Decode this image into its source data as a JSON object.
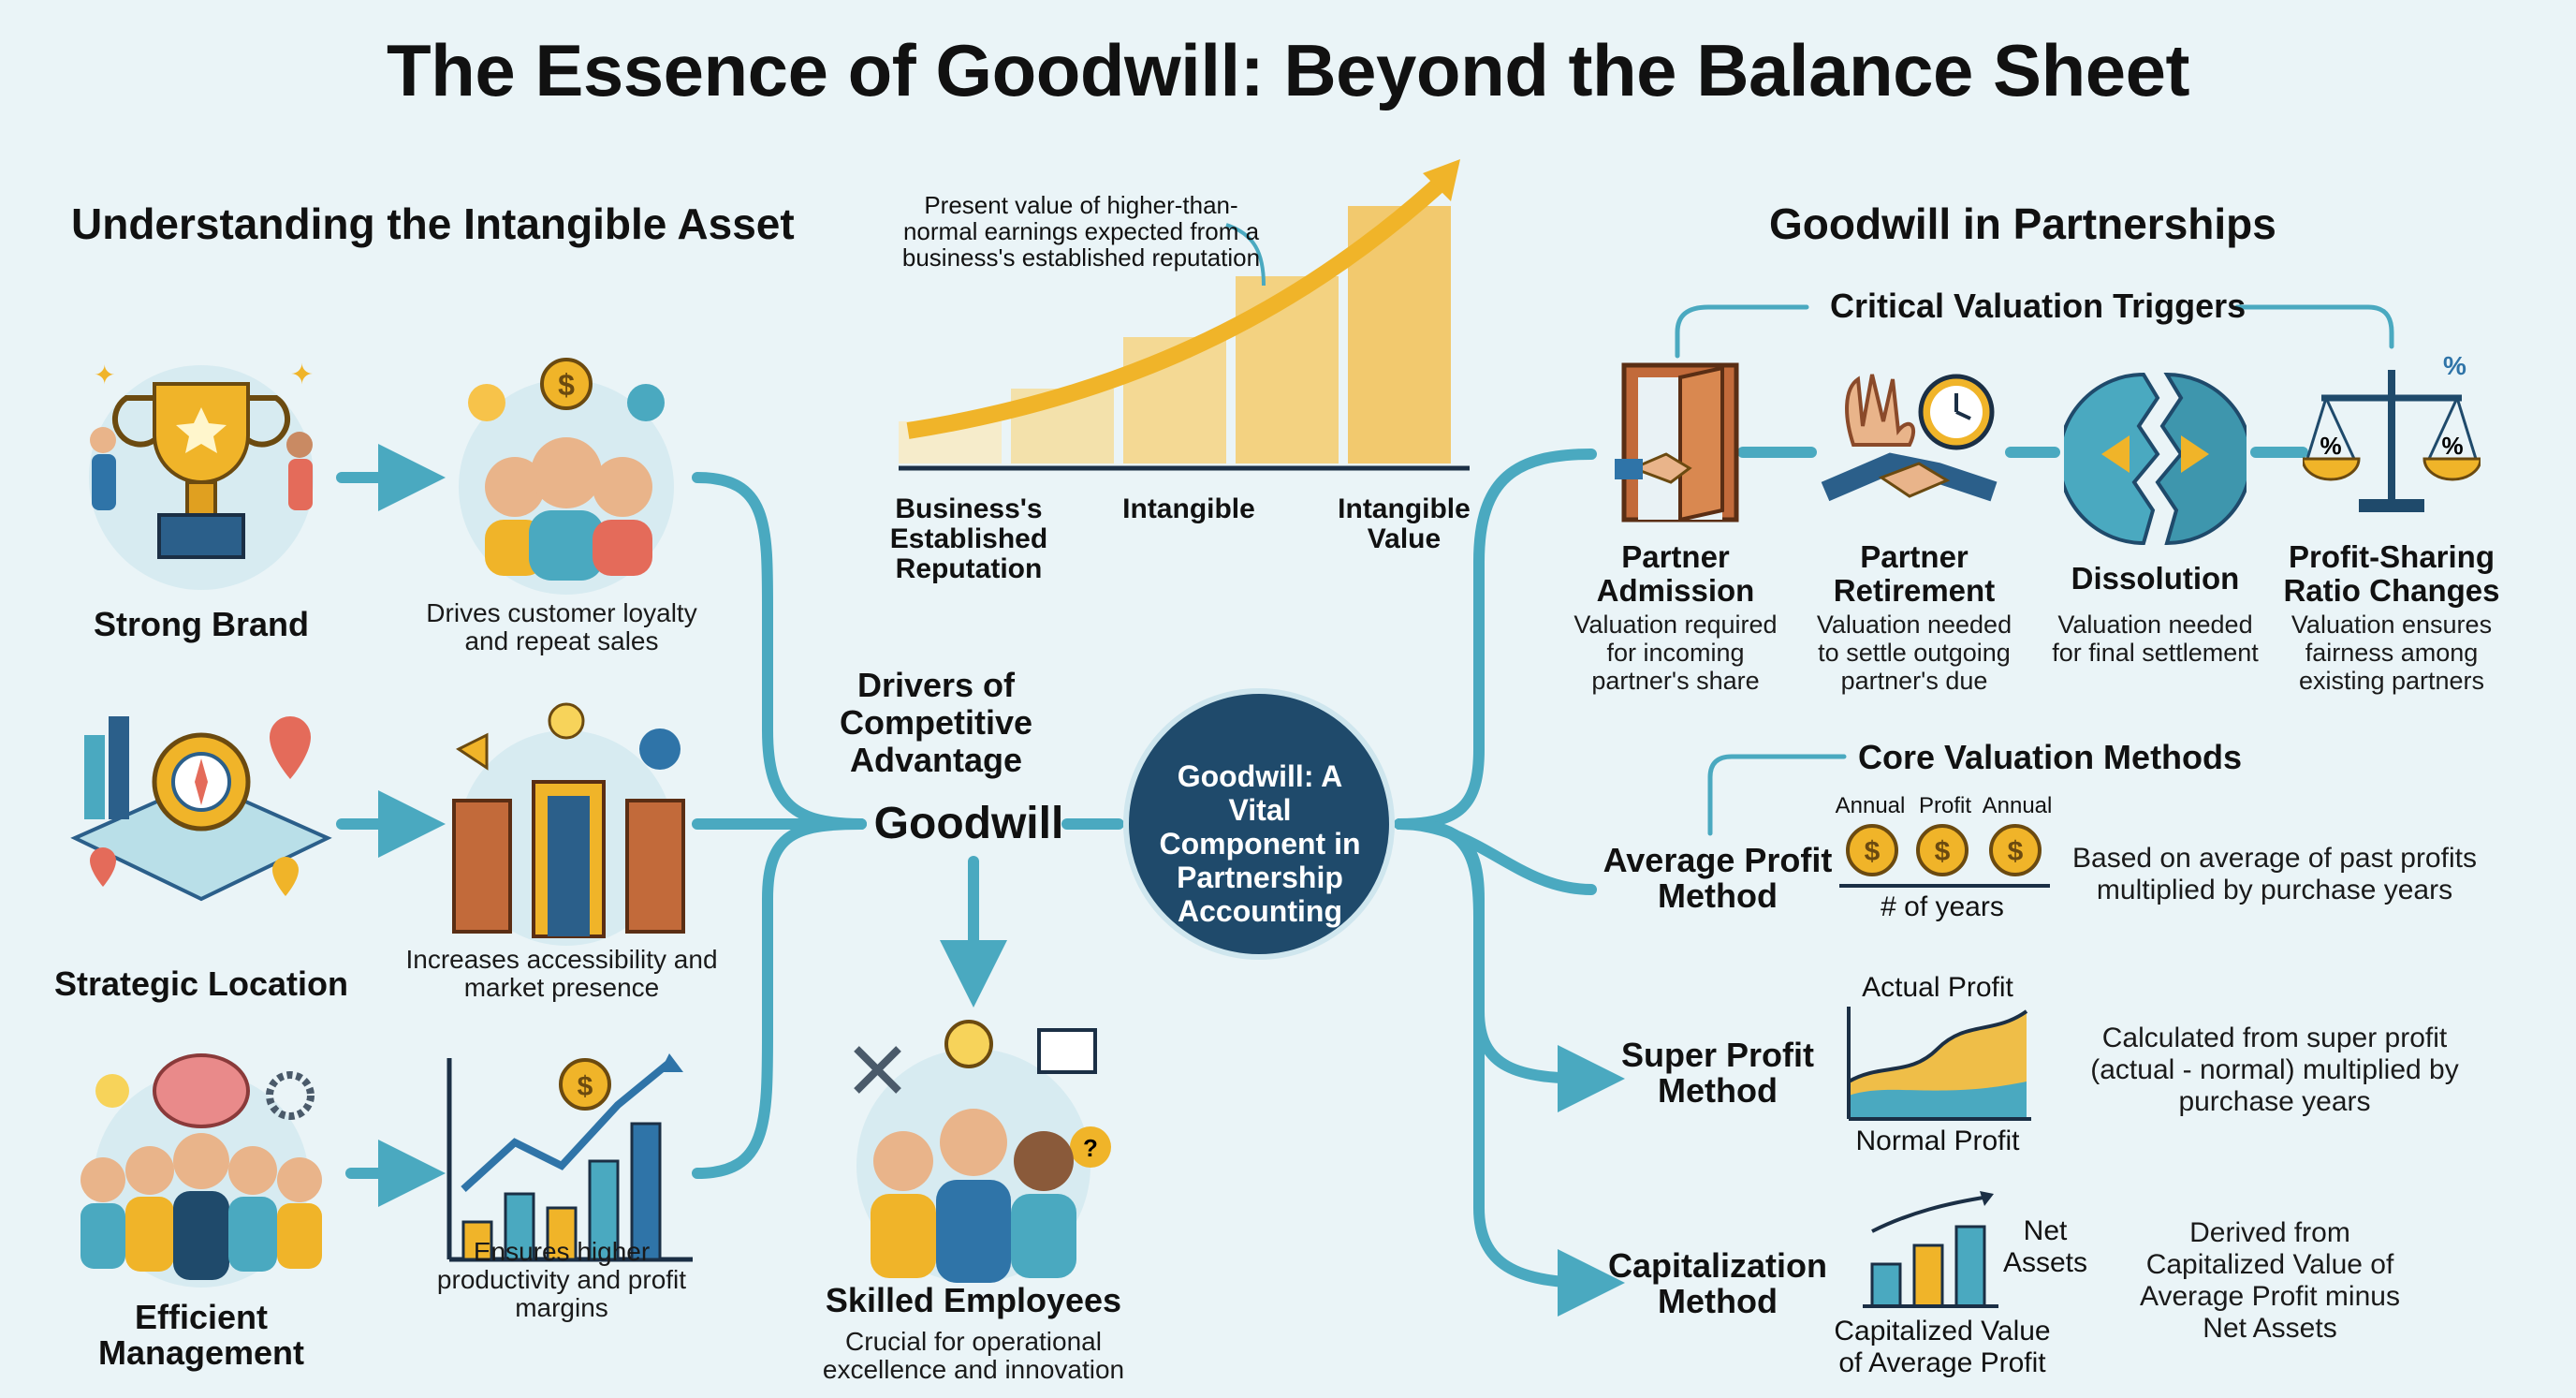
{
  "title": "The Essence of Goodwill: Beyond the Balance Sheet",
  "left_section": {
    "heading": "Understanding the Intangible Asset",
    "drivers": [
      {
        "name": "Strong Brand",
        "caption": "Drives customer loyalty and repeat sales",
        "icon": "trophy-icon"
      },
      {
        "name": "Strategic Location",
        "caption": "Increases accessibility and market presence",
        "icon": "map-pin-icon"
      },
      {
        "name": "Efficient Management",
        "caption": "Ensures higher productivity and profit margins",
        "icon": "team-brain-icon"
      }
    ]
  },
  "center": {
    "curve_annotation": "Present value of higher-than-normal earnings expected from a business's established reputation",
    "curve_labels": [
      "Business's Established Reputation",
      "Intangible",
      "Intangible Value"
    ],
    "drivers_label": "Drivers of Competitive Advantage",
    "goodwill_label": "Goodwill",
    "core_circle": "Goodwill: A Vital Component in Partnership Accounting",
    "skilled": {
      "name": "Skilled Employees",
      "caption": "Crucial for operational excellence and innovation"
    }
  },
  "right_section": {
    "heading": "Goodwill in Partnerships",
    "triggers_heading": "Critical Valuation Triggers",
    "triggers": [
      {
        "name": "Partner Admission",
        "caption": "Valuation required for incoming partner's share",
        "icon": "door-handshake-icon"
      },
      {
        "name": "Partner Retirement",
        "caption": "Valuation needed to settle outgoing partner's due",
        "icon": "wave-clock-icon"
      },
      {
        "name": "Dissolution",
        "caption": "Valuation needed for final settlement",
        "icon": "broken-circle-icon"
      },
      {
        "name": "Profit-Sharing Ratio Changes",
        "caption": "Valuation ensures fairness among existing partners",
        "icon": "scales-icon"
      }
    ],
    "methods_heading": "Core Valuation Methods",
    "methods": [
      {
        "name": "Average Profit Method",
        "formula_top": [
          "Annual",
          "Profit",
          "Annual"
        ],
        "formula_bottom": "# of years",
        "description": "Based on average of past profits multiplied by purchase years"
      },
      {
        "name": "Super Profit Method",
        "chart_top": "Actual Profit",
        "chart_bottom": "Normal Profit",
        "description": "Calculated from super profit (actual - normal) multiplied by purchase years"
      },
      {
        "name": "Capitalization Method",
        "chart_right": "Net Assets",
        "chart_bottom": "Capitalized Value of Average Profit",
        "description": "Derived from Capitalized Value of Average Profit minus Net Assets"
      }
    ]
  },
  "colors": {
    "teal": "#4aa9c0",
    "navy": "#1f4a6b",
    "gold": "#f0b429",
    "background": "#eaf4f7"
  }
}
